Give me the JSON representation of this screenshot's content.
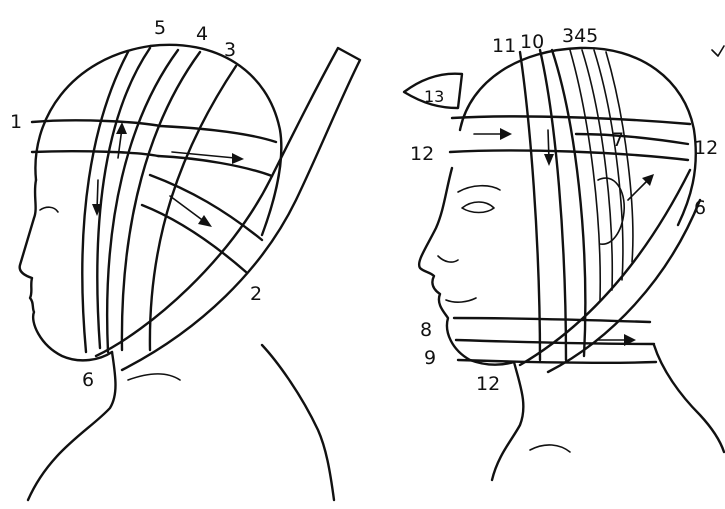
{
  "figure": {
    "left_view": {
      "labels": [
        "1",
        "5",
        "4",
        "3",
        "2",
        "6"
      ]
    },
    "right_view": {
      "labels": [
        "11",
        "10",
        "345",
        "12",
        "7",
        "12",
        "6",
        "8",
        "9",
        "12"
      ],
      "tail_label": "13"
    }
  }
}
